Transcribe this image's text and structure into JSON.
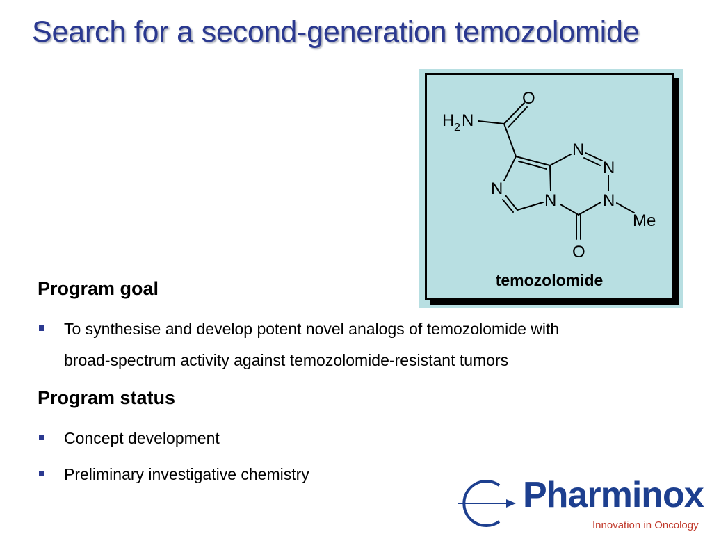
{
  "slide": {
    "title": "Search for a second-generation temozolomide"
  },
  "structure": {
    "compound_name": "temozolomide",
    "atom_labels": {
      "carbonyl_oxygen": "O",
      "amide_h": "H",
      "amide_subscript": "2",
      "amide_n": "N",
      "ring_n_top": "N",
      "ring_n_right_upper": "N",
      "ring_n_left": "N",
      "ring_n_bridge": "N",
      "ring_n_right_lower": "N",
      "methyl": "Me",
      "ketone_oxygen": "O"
    }
  },
  "program_goal": {
    "heading": "Program goal",
    "bullet_line1": "To synthesise and develop potent novel analogs of temozolomide with",
    "bullet_line2": "broad-spectrum activity against temozolomide-resistant tumors"
  },
  "program_status": {
    "heading": "Program status",
    "bullets": [
      "Concept development",
      "Preliminary investigative chemistry"
    ]
  },
  "logo": {
    "wordmark": "Pharminox",
    "tagline": "Innovation in Oncology"
  },
  "colors": {
    "title": "#2b3990",
    "panel_background": "#b8dfe2",
    "bullet": "#2b3990",
    "logo_blue": "#1d3f8f",
    "tagline_red": "#c0392b"
  }
}
